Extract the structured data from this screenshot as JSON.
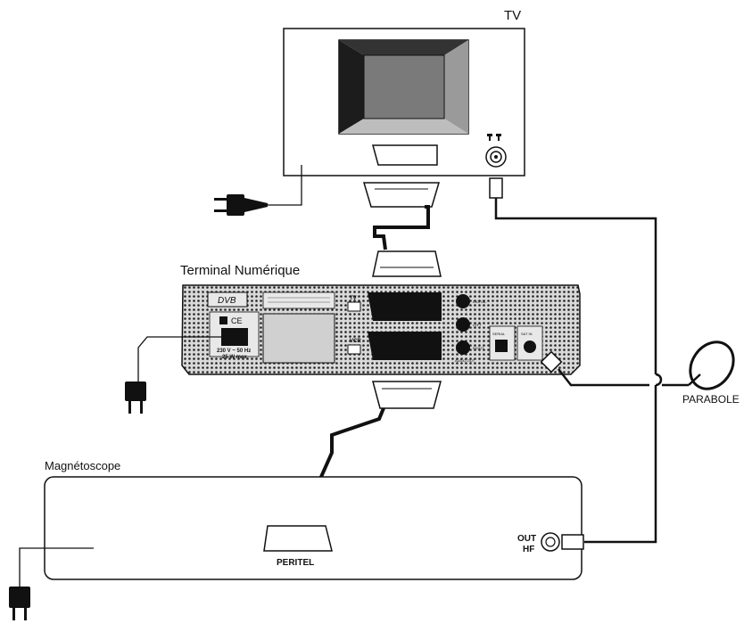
{
  "diagram": {
    "devices": {
      "tv": {
        "label": "TV"
      },
      "terminal": {
        "label": "Terminal Numérique",
        "logo": "DVB",
        "power_rating_1": "230 V ~ 50 Hz",
        "power_rating_2": "25 W max",
        "ce_mark": "CE",
        "port_tv": "TV",
        "port_vcr": "VCR",
        "port_digital": "DIGITAL",
        "port_left": "LEFT",
        "port_right": "RIGHT",
        "port_audio_out": "AUDIO OUT",
        "port_serial": "SERIAL",
        "port_sat_in": "SAT IN"
      },
      "vcr": {
        "label": "Magnétoscope",
        "peritel_label": "PERITEL",
        "out_hf_line1": "OUT",
        "out_hf_line2": "HF"
      },
      "dish": {
        "label": "PARABOLE"
      }
    },
    "icons": {
      "antenna": "antenna-icon",
      "plug": "power-plug-icon",
      "scart": "scart-plug-icon"
    },
    "colors": {
      "ink": "#111111",
      "panel": "#d9d9d9",
      "screen_dark": "#2a2a2a",
      "screen_mid": "#7a7a7a"
    }
  }
}
